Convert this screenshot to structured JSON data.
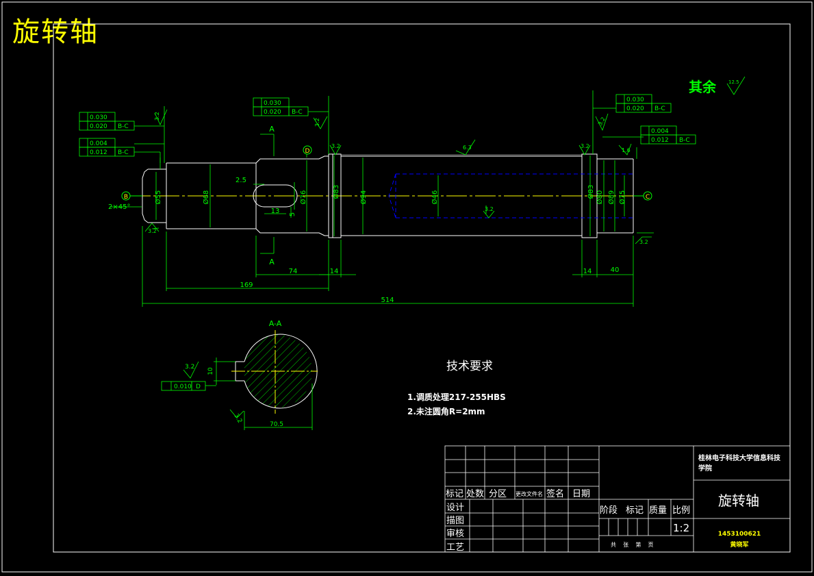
{
  "title": "旋转轴",
  "roughness": {
    "rest_label": "其余",
    "rest_value": "12.5",
    "values": [
      "3.2",
      "3.2",
      "3.2",
      "3.2",
      "3.2",
      "3.2",
      "3.2",
      "3.2",
      "1.6",
      "6.3"
    ]
  },
  "datums": {
    "b": "B",
    "c": "C",
    "d": "D",
    "section": "A"
  },
  "tolerances": {
    "left_top": {
      "val1": "0.030",
      "val2": "0.020",
      "ref": "B-C"
    },
    "left_mid": {
      "val1": "0.004",
      "val2": "0.012",
      "ref": "B-C"
    },
    "mid_top": {
      "val1": "0.030",
      "val2": "0.020",
      "ref": "B-C"
    },
    "right_top": {
      "val1": "0.030",
      "val2": "0.020",
      "ref": "B-C"
    },
    "right_mid": {
      "val1": "0.004",
      "val2": "0.012",
      "ref": "B-C"
    },
    "section": {
      "val1": "0.010",
      "ref": "D"
    }
  },
  "dimensions": {
    "chamfer": "2×45°",
    "d55": "Ø55",
    "d68": "Ø68",
    "d76": "Ø76",
    "d83": "Ø83",
    "d94": "Ø94",
    "d46": "Ø46",
    "d80": "Ø80",
    "d89": "Ø89",
    "d75": "Ø75",
    "d83r": "Ø83",
    "key_depth": "2.5",
    "key_len": "13",
    "key_w": "5",
    "len_169": "169",
    "len_74": "74",
    "len_14a": "14",
    "len_514": "514",
    "len_14b": "14",
    "len_40": "40",
    "sec_title": "A-A",
    "sec_w": "70.5",
    "sec_h": "10",
    "sec_r": "3.2"
  },
  "tech_req": {
    "heading": "技术要求",
    "item1": "1.调质处理217-255HBS",
    "item2": "2.未注圆角R=2mm"
  },
  "title_block": {
    "h_mark": "标记",
    "h_count": "处数",
    "h_zone": "分区",
    "h_docno": "更改文件名",
    "h_sign": "签名",
    "h_date": "日期",
    "r_design": "设计",
    "r_draw": "描图",
    "r_check": "审核",
    "r_process": "工艺",
    "h_stage": "阶段",
    "h_mark2": "标记",
    "h_mass": "质量",
    "h_scale": "比例",
    "scale_value": "1:2",
    "sheets": "共    张    第    页",
    "school": "桂林电子科技大学信息科技学院",
    "part_name": "旋转轴",
    "student_id": "1453100621",
    "student_name": "黄晓军"
  },
  "colors": {
    "frame": "#ffffff",
    "outline": "#ffffff",
    "dim": "#00ff00",
    "center": "#ffff00",
    "hidden": "#0000ff",
    "title": "#ffff00",
    "note": "#00ff00"
  }
}
